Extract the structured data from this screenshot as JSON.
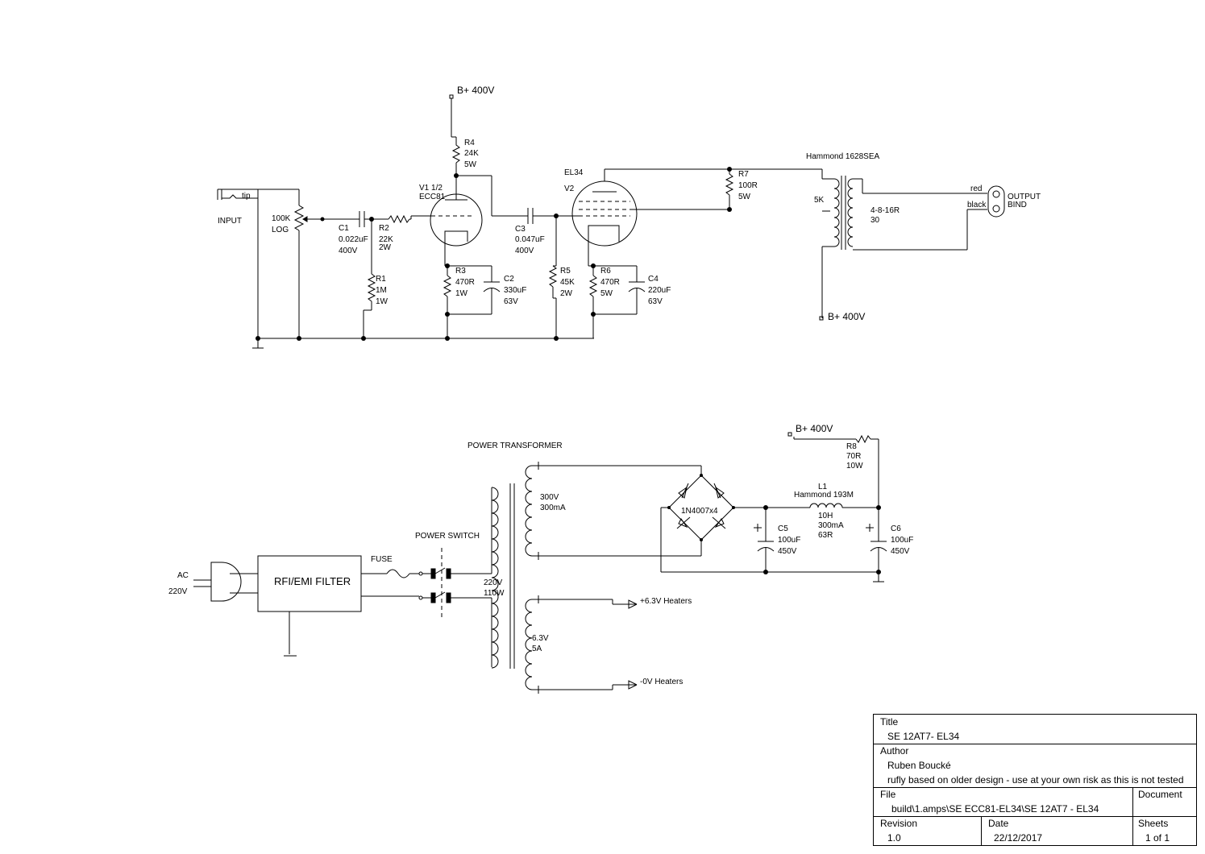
{
  "amplifier": {
    "b_plus_top": "B+ 400V",
    "b_plus_transformer": "B+ 400V",
    "input": {
      "label": "INPUT",
      "tip": "tip"
    },
    "pot": {
      "value": "100K",
      "taper": "LOG"
    },
    "c1": {
      "ref": "C1",
      "value": "0.022uF",
      "voltage": "400V"
    },
    "r1": {
      "ref": "R1",
      "value": "1M",
      "power": "1W"
    },
    "r2": {
      "ref": "R2",
      "value": "22K",
      "power": "2W"
    },
    "r3": {
      "ref": "R3",
      "value": "470R",
      "power": "1W"
    },
    "r4": {
      "ref": "R4",
      "value": "24K",
      "power": "5W"
    },
    "r5": {
      "ref": "R5",
      "value": "45K",
      "power": "2W"
    },
    "r6": {
      "ref": "R6",
      "value": "470R",
      "power": "5W"
    },
    "r7": {
      "ref": "R7",
      "value": "100R",
      "power": "5W"
    },
    "c2": {
      "ref": "C2",
      "value": "330uF",
      "voltage": "63V"
    },
    "c3": {
      "ref": "C3",
      "value": "0.047uF",
      "voltage": "400V"
    },
    "c4": {
      "ref": "C4",
      "value": "220uF",
      "voltage": "63V"
    },
    "v1": {
      "ref": "V1 1/2",
      "type": "ECC81"
    },
    "v2": {
      "ref": "V2",
      "type": "EL34"
    },
    "output_transformer": {
      "name": "Hammond 1628SEA",
      "primary": "5K",
      "secondary": "4-8-16R",
      "secondary_extra": "30"
    },
    "output": {
      "red": "red",
      "black": "black",
      "label1": "OUTPUT",
      "label2": "BIND"
    }
  },
  "power_supply": {
    "ac": {
      "line1": "AC",
      "line2": "220V"
    },
    "filter": "RFI/EMI FILTER",
    "fuse": "FUSE",
    "switch": "POWER SWITCH",
    "transformer": {
      "title": "POWER TRANSFORMER",
      "primary_v": "220V",
      "primary_w": "110W",
      "hv_v": "300V",
      "hv_a": "300mA",
      "heater_v": "6.3V",
      "heater_a": "5A"
    },
    "heaters_pos": "+6.3V Heaters",
    "heaters_neg": "-0V Heaters",
    "bridge": "1N4007x4",
    "b_plus": "B+ 400V",
    "r8": {
      "ref": "R8",
      "value": "70R",
      "power": "10W"
    },
    "l1": {
      "ref": "L1",
      "name": "Hammond 193M",
      "inductance": "10H",
      "current": "300mA",
      "resistance": "63R"
    },
    "c5": {
      "ref": "C5",
      "value": "100uF",
      "voltage": "450V"
    },
    "c6": {
      "ref": "C6",
      "value": "100uF",
      "voltage": "450V"
    }
  },
  "title_block": {
    "title_label": "Title",
    "title": "SE 12AT7- EL34",
    "author_label": "Author",
    "author": "Ruben Boucké",
    "note": "rufly based on older design - use at your own risk as this is not tested",
    "file_label": "File",
    "file": "build\\1.amps\\SE ECC81-EL34\\SE 12AT7 - EL34",
    "document_label": "Document",
    "revision_label": "Revision",
    "revision": "1.0",
    "date_label": "Date",
    "date": "22/12/2017",
    "sheets_label": "Sheets",
    "sheets": "1 of 1"
  }
}
